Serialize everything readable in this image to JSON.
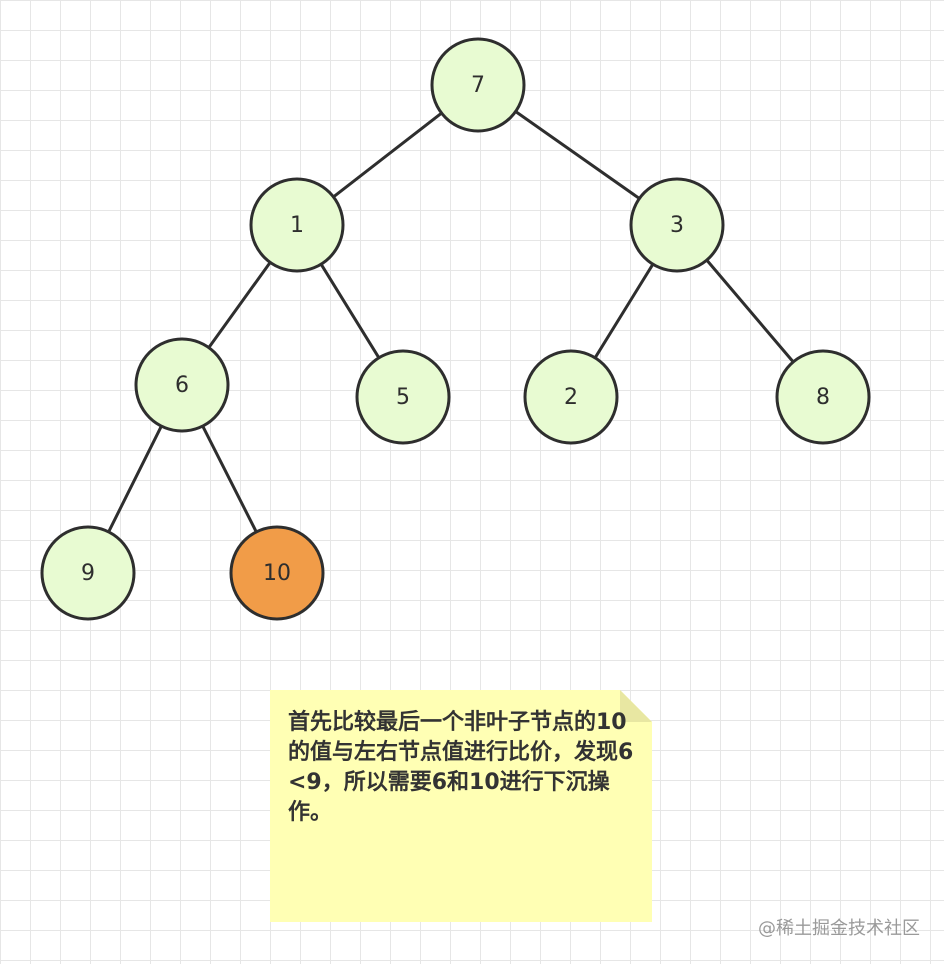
{
  "tree": {
    "nodes": [
      {
        "id": "n7",
        "label": "7",
        "highlight": false
      },
      {
        "id": "n1",
        "label": "1",
        "highlight": false
      },
      {
        "id": "n3",
        "label": "3",
        "highlight": false
      },
      {
        "id": "n6",
        "label": "6",
        "highlight": false
      },
      {
        "id": "n5",
        "label": "5",
        "highlight": false
      },
      {
        "id": "n2",
        "label": "2",
        "highlight": false
      },
      {
        "id": "n8",
        "label": "8",
        "highlight": false
      },
      {
        "id": "n9",
        "label": "9",
        "highlight": false
      },
      {
        "id": "n10",
        "label": "10",
        "highlight": true
      }
    ],
    "edges": [
      [
        "n7",
        "n1"
      ],
      [
        "n7",
        "n3"
      ],
      [
        "n1",
        "n6"
      ],
      [
        "n1",
        "n5"
      ],
      [
        "n3",
        "n2"
      ],
      [
        "n3",
        "n8"
      ],
      [
        "n6",
        "n9"
      ],
      [
        "n6",
        "n10"
      ]
    ],
    "colors": {
      "node_fill": "#e8fbd2",
      "node_highlight_fill": "#f19c48",
      "node_stroke": "#2e2e2e",
      "edge": "#2e2e2e"
    }
  },
  "note": {
    "text": "首先比较最后一个非叶子节点的10的值与左右节点值进行比价，发现6<9，所以需要6和10进行下沉操作。",
    "fill": "#ffffb4",
    "fold_fill": "#e8e7a2"
  },
  "watermark": {
    "text": "@稀土掘金技术社区"
  }
}
